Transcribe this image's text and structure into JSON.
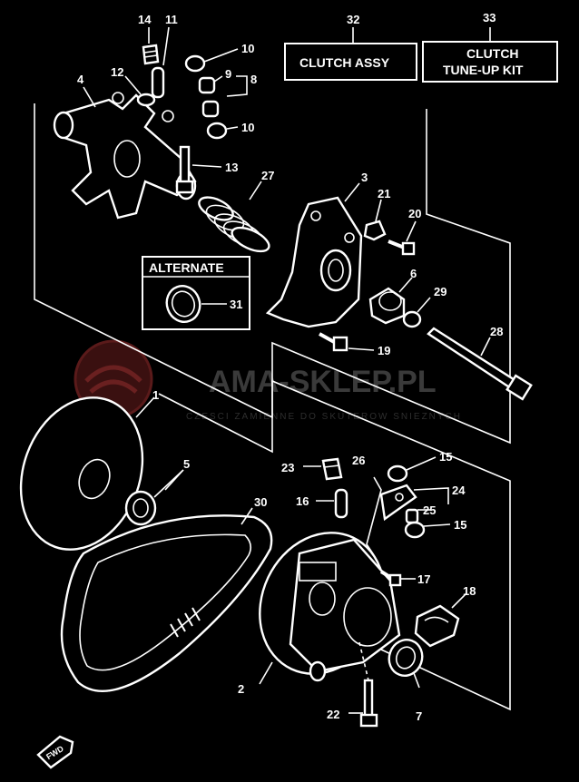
{
  "boxes": {
    "clutch_assy": {
      "number": "32",
      "label": "CLUTCH ASSY"
    },
    "tune_up_kit": {
      "number": "33",
      "label_line1": "CLUTCH",
      "label_line2": "TUNE-UP KIT"
    },
    "alternate": {
      "label": "ALTERNATE"
    }
  },
  "watermark": {
    "text": "AMA-SKLEP.PL",
    "subtext": "CZESCI ZAMIENNE DO SKUTEROW SNIEZNYCH"
  },
  "fwd_label": "FWD",
  "callouts": {
    "c1": "1",
    "c2": "2",
    "c3": "3",
    "c4": "4",
    "c5": "5",
    "c6": "6",
    "c7": "7",
    "c8": "8",
    "c9": "9",
    "c10a": "10",
    "c10b": "10",
    "c11": "11",
    "c12": "12",
    "c13": "13",
    "c14": "14",
    "c15a": "15",
    "c15b": "15",
    "c16": "16",
    "c17": "17",
    "c18": "18",
    "c19": "19",
    "c20": "20",
    "c21": "21",
    "c22": "22",
    "c23": "23",
    "c24": "24",
    "c25": "25",
    "c26": "26",
    "c27": "27",
    "c28": "28",
    "c29": "29",
    "c30": "30",
    "c31": "31"
  }
}
